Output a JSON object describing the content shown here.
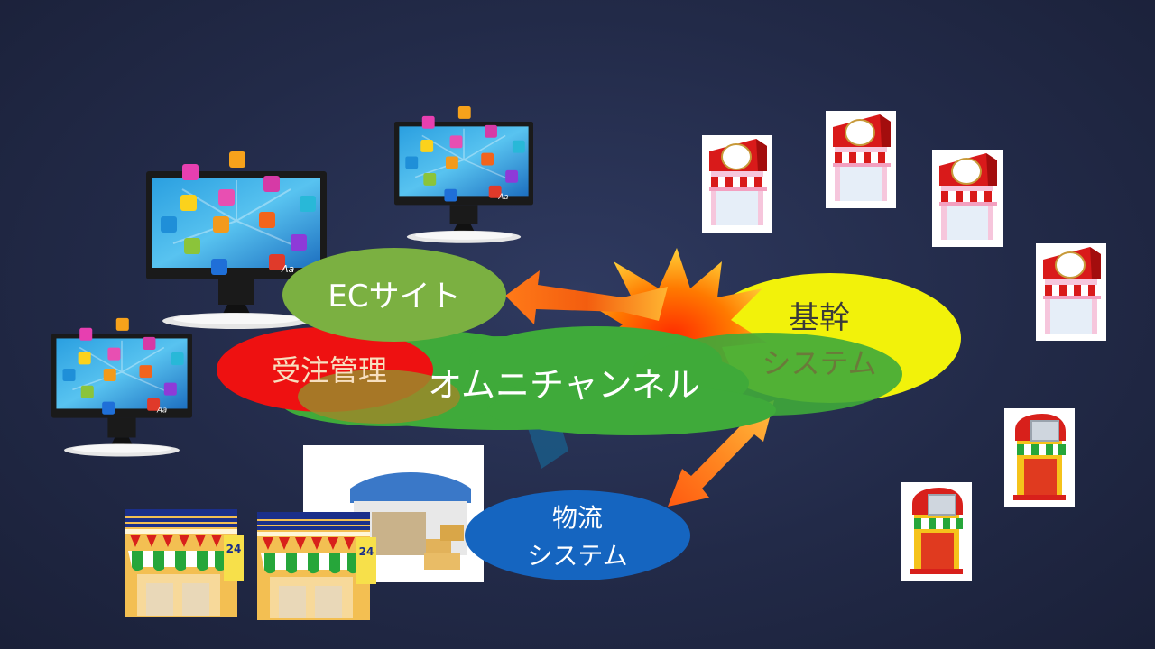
{
  "colors": {
    "background": "#262e4c",
    "ec_site": "#7bb041",
    "order_mgmt": "#ee1111",
    "omnichannel": "#3faa3a",
    "core_system": "#f2f20a",
    "logistics": "#1565c0",
    "arrow": "#f26a12",
    "burst": "#f7a21b"
  },
  "nodes": {
    "ec_site": {
      "label": "ECサイト"
    },
    "order_mgmt": {
      "label": "受注管理"
    },
    "omnichannel": {
      "label": "オムニチャンネル"
    },
    "core_system": {
      "line1": "基幹",
      "line2": "システム"
    },
    "logistics": {
      "line1": "物流",
      "line2": "システム"
    }
  },
  "icons": {
    "monitors": [
      "monitor-icon",
      "monitor-icon",
      "monitor-icon"
    ],
    "shops": [
      "shop-icon",
      "shop-icon",
      "shop-icon",
      "shop-icon"
    ],
    "kiosks": [
      "kiosk-icon",
      "kiosk-icon"
    ],
    "convenience_stores": [
      {
        "name": "convenience-store-icon",
        "badge": "24"
      },
      {
        "name": "convenience-store-icon",
        "badge": "24"
      }
    ],
    "warehouse": {
      "name": "warehouse-icon"
    }
  }
}
